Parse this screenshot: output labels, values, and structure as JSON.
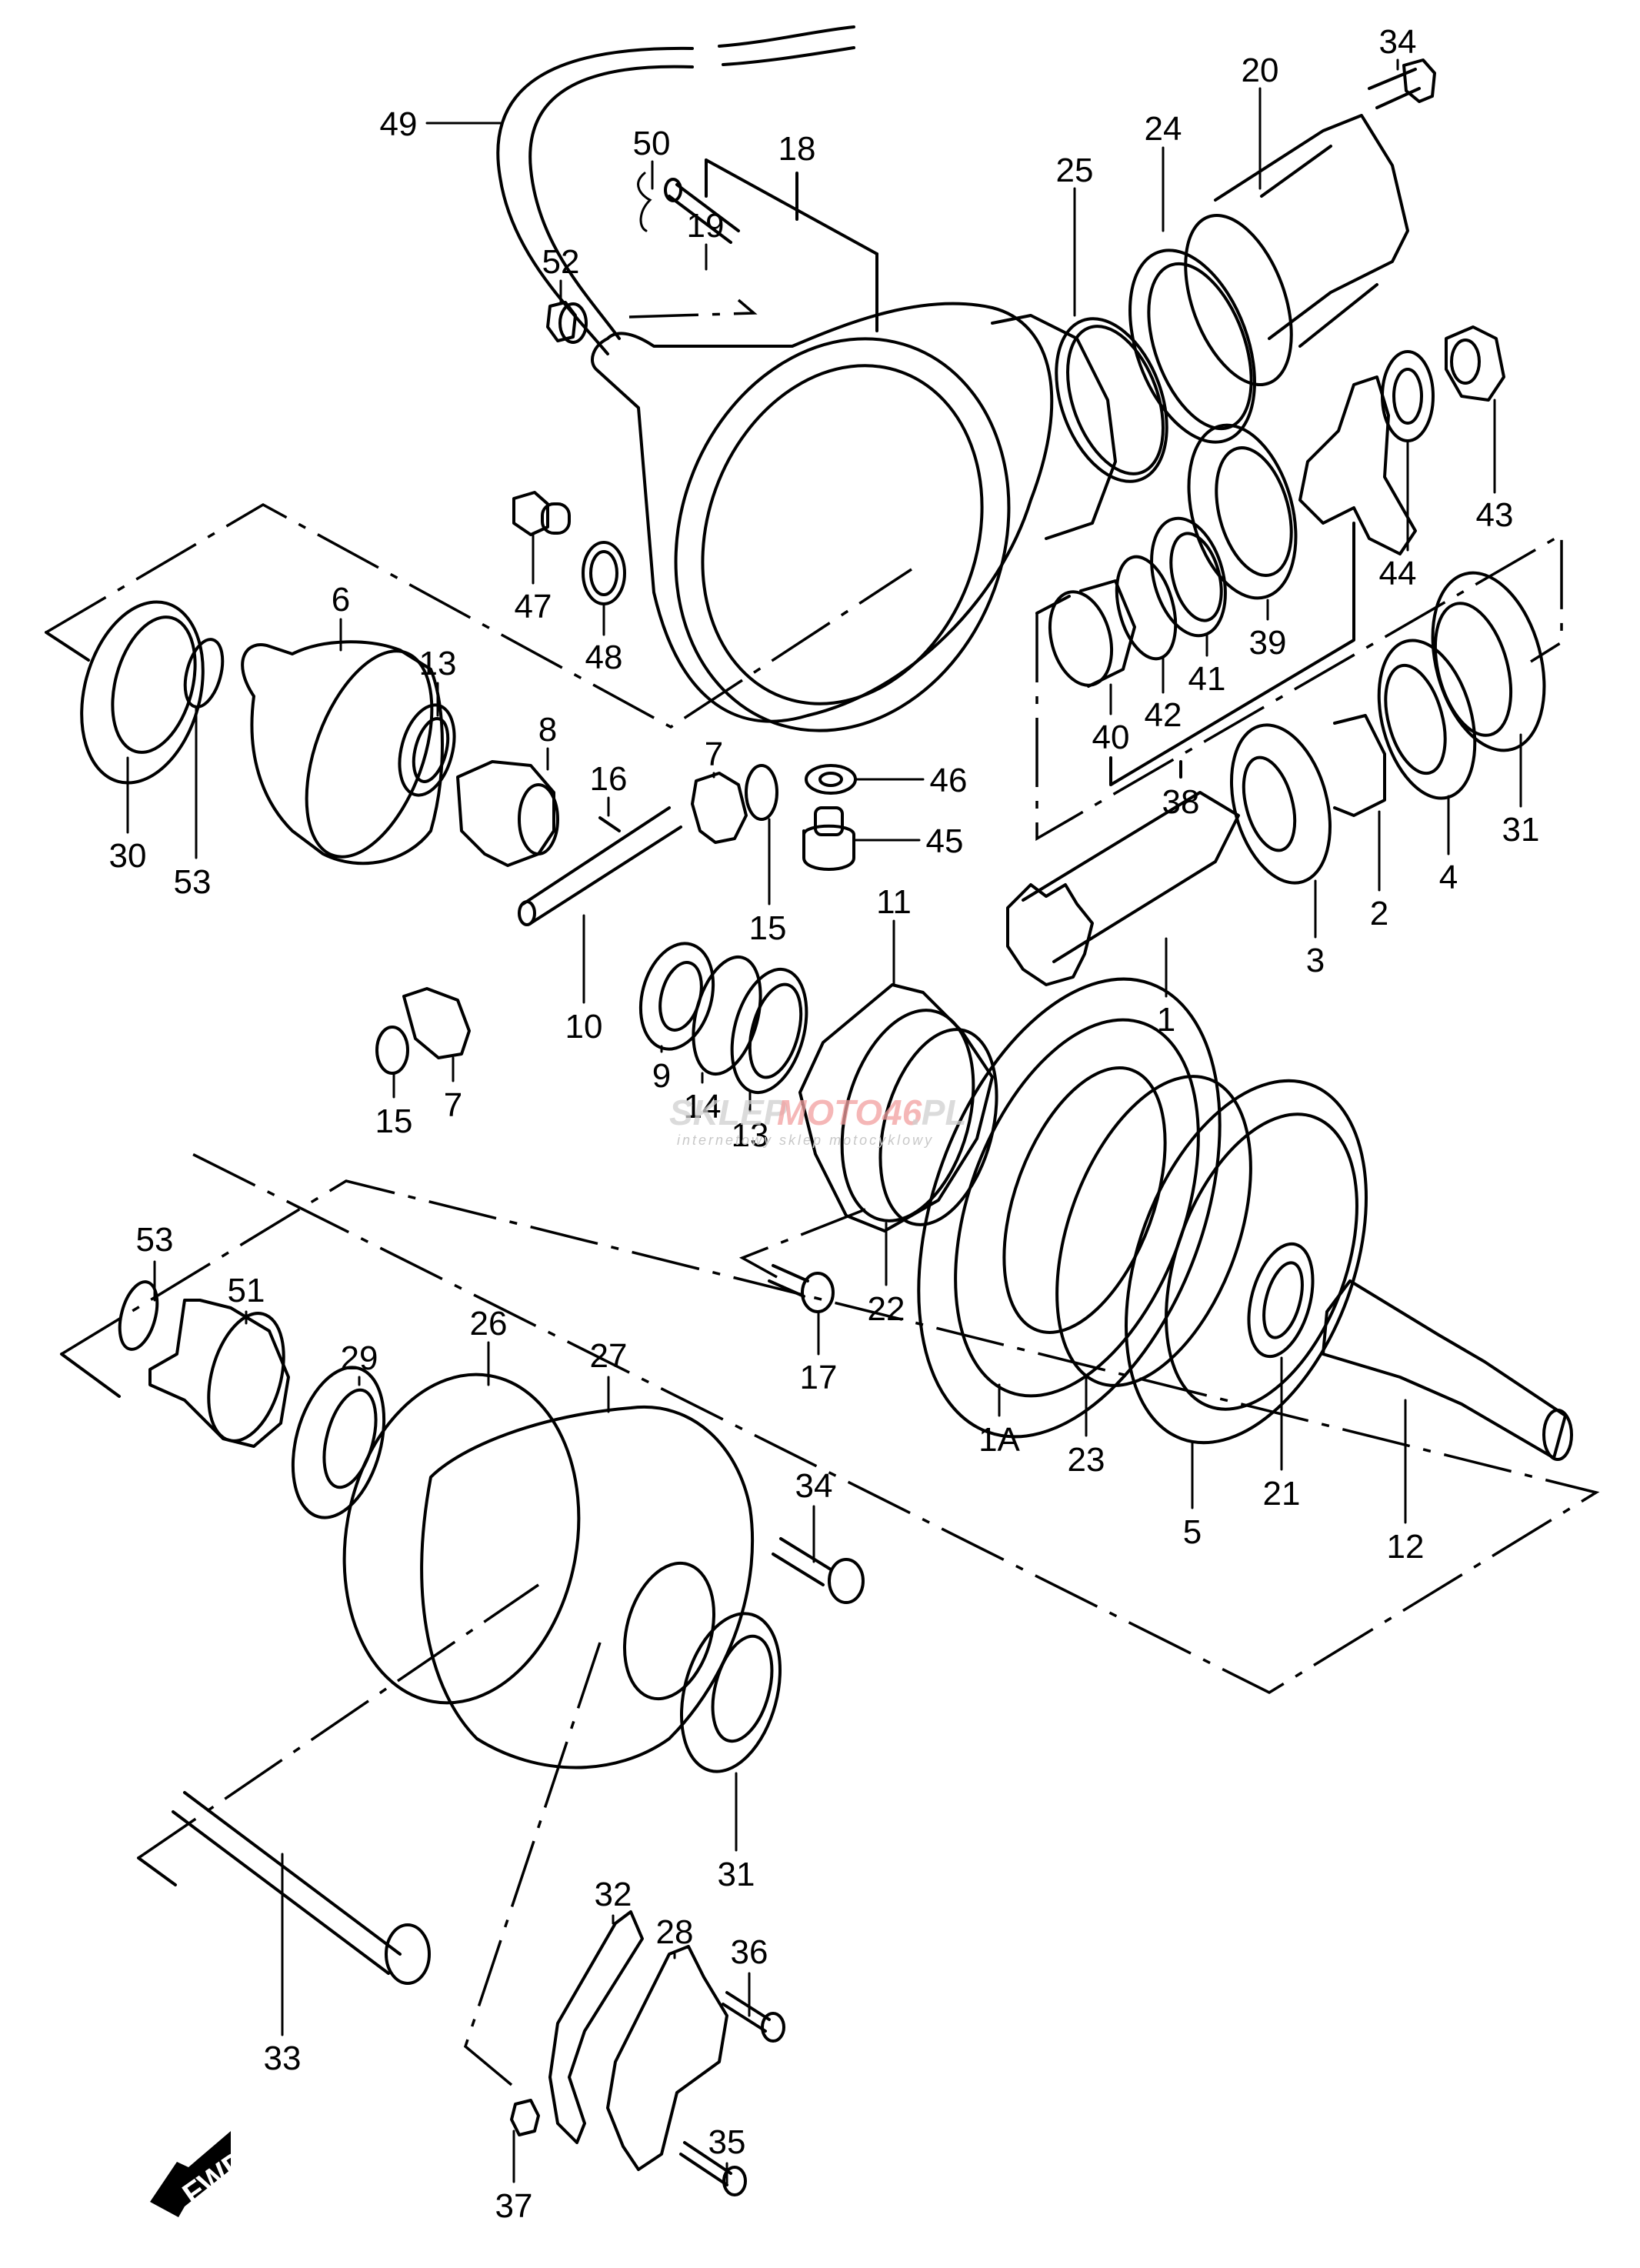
{
  "diagram": {
    "title": "Differential / final drive exploded parts diagram",
    "direction_indicator": {
      "label": "FWD",
      "icon": "fwd-arrow-icon"
    },
    "watermark": {
      "brand_left": "SKLEP",
      "brand_mid": "MOTO46",
      "brand_right": ".PL",
      "tagline": "internetowy sklep motocyklowy",
      "colors": {
        "grey": "#d0d0d0",
        "red": "#f2a0a0"
      }
    },
    "line_color": "#000000",
    "background": "#ffffff",
    "callouts": [
      {
        "id": "49",
        "part": "hose"
      },
      {
        "id": "50",
        "part": "clip"
      },
      {
        "id": "18",
        "part": "housing-assembly"
      },
      {
        "id": "19",
        "part": "breather-pipe"
      },
      {
        "id": "52",
        "part": "nut"
      },
      {
        "id": "20",
        "part": "bearing-retainer"
      },
      {
        "id": "34",
        "part": "bolt"
      },
      {
        "id": "24",
        "part": "gasket"
      },
      {
        "id": "25",
        "part": "o-ring"
      },
      {
        "id": "43",
        "part": "nut"
      },
      {
        "id": "44",
        "part": "washer"
      },
      {
        "id": "47",
        "part": "plug"
      },
      {
        "id": "48",
        "part": "gasket"
      },
      {
        "id": "39",
        "part": "oil-seal"
      },
      {
        "id": "41",
        "part": "bearing"
      },
      {
        "id": "42",
        "part": "shim"
      },
      {
        "id": "40",
        "part": "spacer"
      },
      {
        "id": "38",
        "part": "pinion-set"
      },
      {
        "id": "31",
        "part": "bearing"
      },
      {
        "id": "4",
        "part": "bearing"
      },
      {
        "id": "2",
        "part": "spacer"
      },
      {
        "id": "3",
        "part": "bearing"
      },
      {
        "id": "1",
        "part": "drive-pinion"
      },
      {
        "id": "6",
        "part": "differential-case"
      },
      {
        "id": "13",
        "part": "washer"
      },
      {
        "id": "8",
        "part": "side-gear"
      },
      {
        "id": "16",
        "part": "pin"
      },
      {
        "id": "7",
        "part": "pinion-gear"
      },
      {
        "id": "46",
        "part": "gasket"
      },
      {
        "id": "45",
        "part": "plug"
      },
      {
        "id": "30",
        "part": "bearing"
      },
      {
        "id": "53",
        "part": "circlip"
      },
      {
        "id": "15",
        "part": "washer"
      },
      {
        "id": "11",
        "part": "differential-case"
      },
      {
        "id": "10",
        "part": "pinion-shaft"
      },
      {
        "id": "9",
        "part": "side-gear"
      },
      {
        "id": "14",
        "part": "circlip"
      },
      {
        "id": "13",
        "part": "washer"
      },
      {
        "id": "15",
        "part": "washer"
      },
      {
        "id": "7",
        "part": "pinion-gear"
      },
      {
        "id": "22",
        "part": "shim"
      },
      {
        "id": "17",
        "part": "bolt"
      },
      {
        "id": "1A",
        "part": "ring-gear"
      },
      {
        "id": "23",
        "part": "shim"
      },
      {
        "id": "5",
        "part": "bearing"
      },
      {
        "id": "21",
        "part": "washer"
      },
      {
        "id": "12",
        "part": "shaft"
      },
      {
        "id": "53",
        "part": "circlip"
      },
      {
        "id": "51",
        "part": "retainer"
      },
      {
        "id": "29",
        "part": "bearing"
      },
      {
        "id": "26",
        "part": "gasket"
      },
      {
        "id": "27",
        "part": "cover"
      },
      {
        "id": "34",
        "part": "bolt"
      },
      {
        "id": "31",
        "part": "bearing"
      },
      {
        "id": "32",
        "part": "gasket"
      },
      {
        "id": "28",
        "part": "cap"
      },
      {
        "id": "36",
        "part": "bolt"
      },
      {
        "id": "33",
        "part": "bolt"
      },
      {
        "id": "35",
        "part": "bolt"
      },
      {
        "id": "37",
        "part": "dowel-pin"
      }
    ]
  }
}
